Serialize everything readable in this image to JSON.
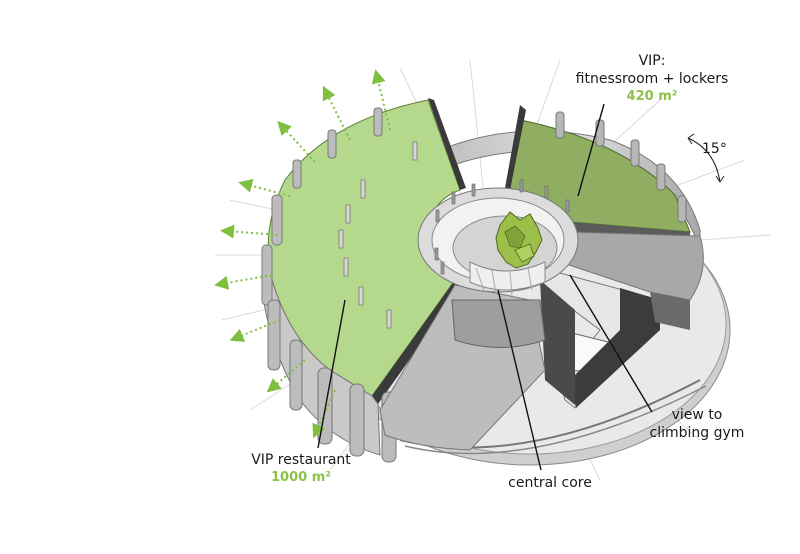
{
  "labels": {
    "vip_fitness_title": "VIP:",
    "vip_fitness_desc": "fitnessroom + lockers",
    "vip_fitness_area": "420 m²",
    "angle": "15°",
    "vip_restaurant": "VIP restaurant",
    "vip_restaurant_area": "1000 m²",
    "central_core": "central core",
    "view_to": "view to",
    "climbing_gym": "climbing gym"
  },
  "colors": {
    "restaurant_floor": "#b5d98c",
    "fitness_floor": "#8fae62",
    "area_text": "#8cc24a",
    "arrow_green": "#7fbf3f",
    "wall_grey": "#c8c8c8",
    "dark_wall": "#3c3c3c",
    "plant": "#9cbf4a"
  }
}
